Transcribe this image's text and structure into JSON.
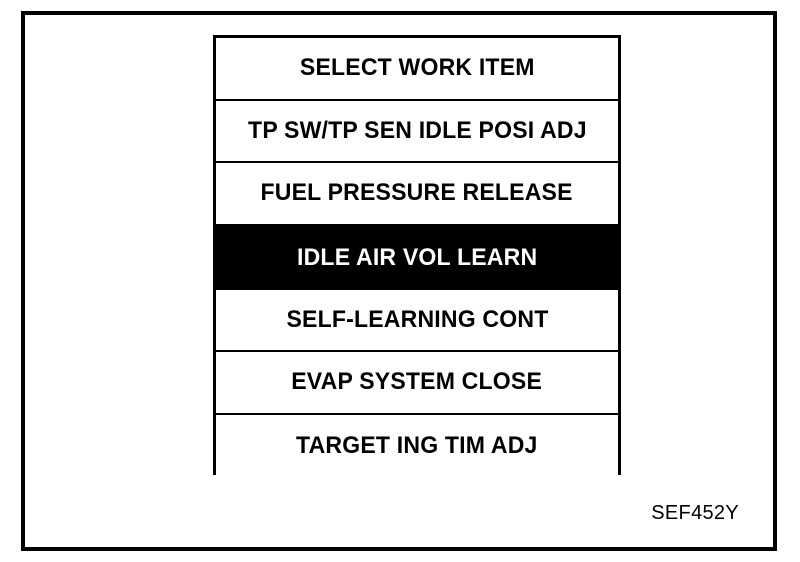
{
  "figure": {
    "caption": "SEF452Y",
    "frame_color": "#000000",
    "background_color": "#ffffff"
  },
  "menu": {
    "title": "SELECT WORK ITEM",
    "selected_index": 3,
    "selected_fill": "#000000",
    "selected_text_color": "#ffffff",
    "rows": [
      {
        "label": "SELECT WORK ITEM",
        "selected": false,
        "role": "header"
      },
      {
        "label": "TP SW/TP SEN IDLE POSI ADJ",
        "selected": false,
        "role": "item"
      },
      {
        "label": "FUEL PRESSURE RELEASE",
        "selected": false,
        "role": "item"
      },
      {
        "label": "IDLE AIR VOL LEARN",
        "selected": true,
        "role": "item"
      },
      {
        "label": "SELF-LEARNING CONT",
        "selected": false,
        "role": "item"
      },
      {
        "label": "EVAP SYSTEM CLOSE",
        "selected": false,
        "role": "item"
      },
      {
        "label": "TARGET ING TIM ADJ",
        "selected": false,
        "role": "item"
      }
    ]
  }
}
